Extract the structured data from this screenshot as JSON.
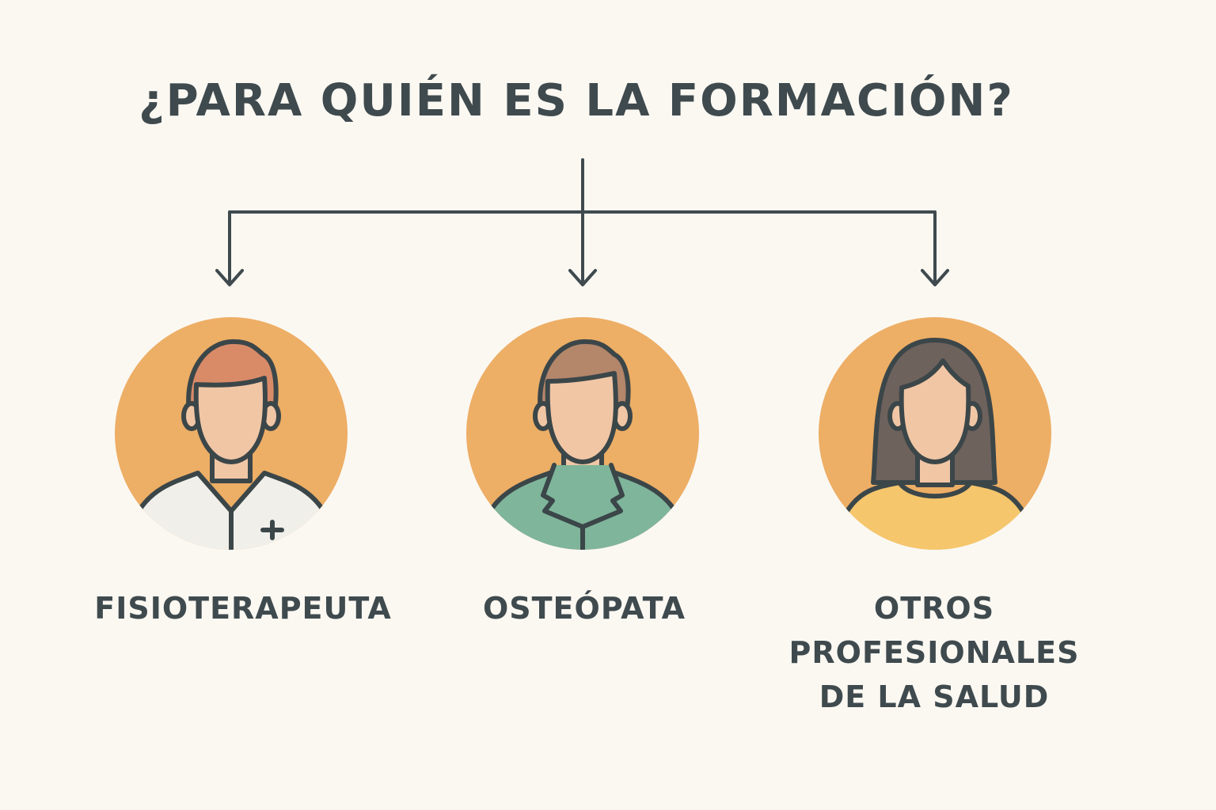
{
  "title": "¿PARA QUIÉN ES LA FORMACIÓN?",
  "colors": {
    "background": "#fbf8f2",
    "circle": "#edae65",
    "outline": "#3b4649",
    "skin": "#f1c6a5"
  },
  "audiences": [
    {
      "label_lines": [
        "FISIOTERAPEUTA"
      ],
      "icon": "physiotherapist-avatar-icon",
      "hair": "#d98b68",
      "shirt": "#f1efea"
    },
    {
      "label_lines": [
        "OSTEÓPATA"
      ],
      "icon": "osteopath-avatar-icon",
      "hair": "#b4866a",
      "shirt": "#7fb59b"
    },
    {
      "label_lines": [
        "OTROS",
        "PROFESIONALES",
        "DE LA SALUD"
      ],
      "icon": "health-professional-avatar-icon",
      "hair": "#6e625c",
      "shirt": "#f5c66c"
    }
  ]
}
